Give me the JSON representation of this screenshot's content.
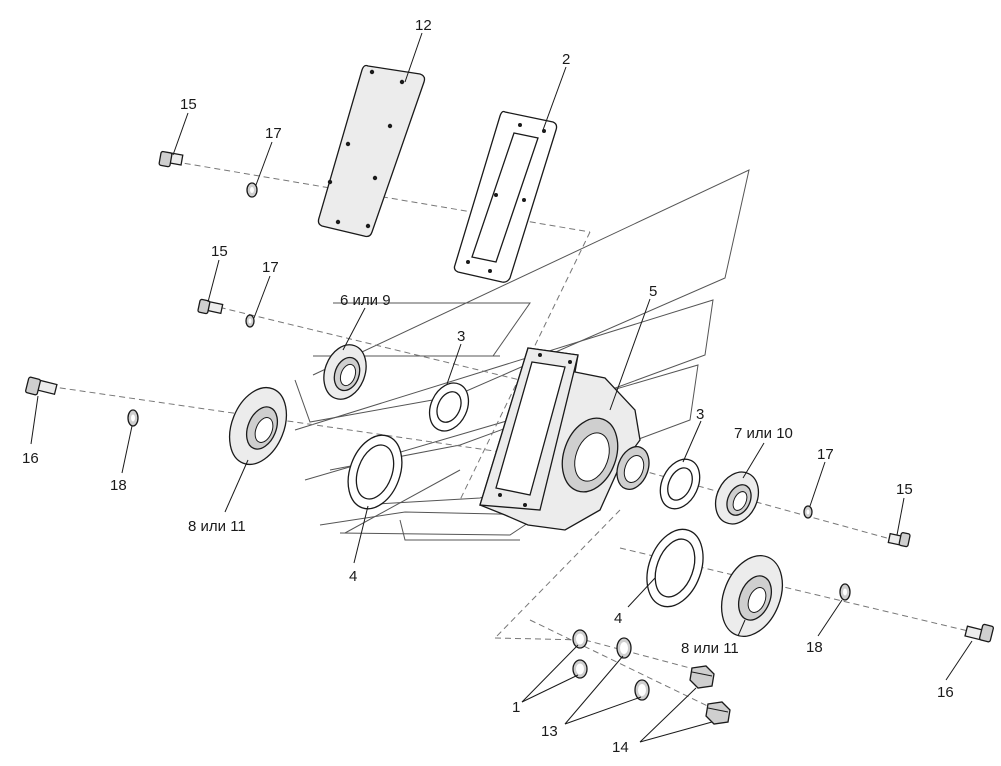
{
  "labels": {
    "l12": "12",
    "l2": "2",
    "l15a": "15",
    "l17a": "17",
    "l15b": "15",
    "l17b": "17",
    "l6_9": "6 или 9",
    "l3a": "3",
    "l5": "5",
    "l16a": "16",
    "l18a": "18",
    "l8_11a": "8 или 11",
    "l4a": "4",
    "l3b": "3",
    "l7_10": "7 или 10",
    "l17c": "17",
    "l15c": "15",
    "l4b": "4",
    "l8_11b": "8 или 11",
    "l18b": "18",
    "l16b": "16",
    "l1": "1",
    "l13": "13",
    "l14": "14"
  }
}
